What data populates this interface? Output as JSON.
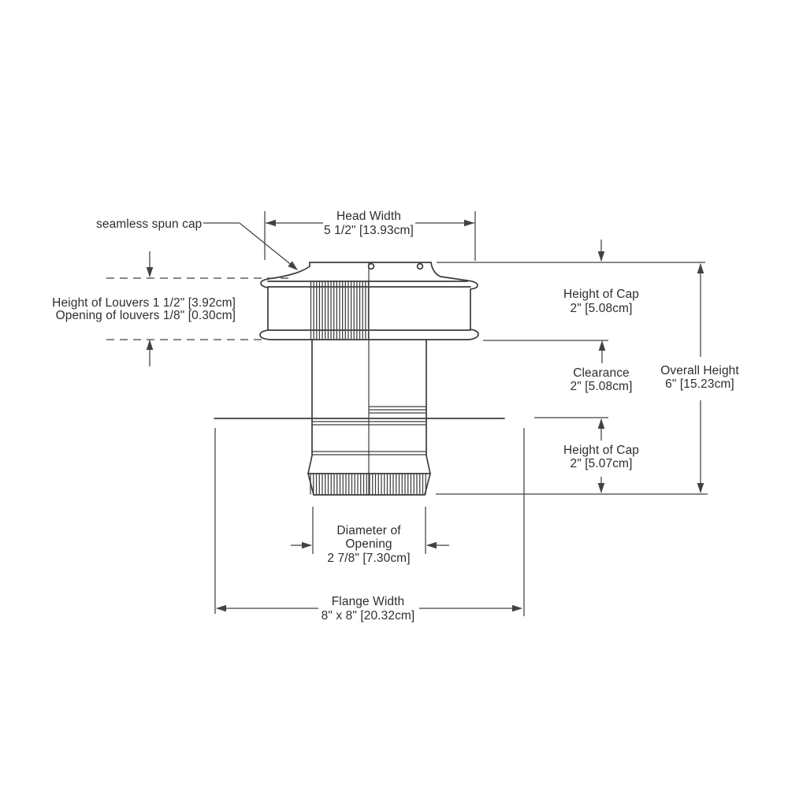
{
  "labels": {
    "leader_note": "seamless spun cap",
    "head_width": {
      "name": "Head Width",
      "value": "5 1/2\" [13.93cm]"
    },
    "louvers": {
      "height": "Height of Louvers 1 1/2\" [3.92cm]",
      "opening": "Opening of louvers 1/8\" [0.30cm]"
    },
    "cap_height_top": {
      "name": "Height of Cap",
      "value": "2\" [5.08cm]"
    },
    "clearance": {
      "name": "Clearance",
      "value": "2\" [5.08cm]"
    },
    "overall_height": {
      "name": "Overall Height",
      "value": "6\" [15.23cm]"
    },
    "cap_height_bottom": {
      "name": "Height of Cap",
      "value": "2\" [5.07cm]"
    },
    "opening_diameter": {
      "name_line1": "Diameter of",
      "name_line2": "Opening",
      "value": "2 7/8\" [7.30cm]"
    },
    "flange_width": {
      "name": "Flange Width",
      "value": "8\" x 8\" [20.32cm]"
    }
  },
  "colors": {
    "line": "#3c3c3c",
    "dimension": "#424242",
    "text": "#2e2e2e",
    "background": "#ffffff"
  }
}
